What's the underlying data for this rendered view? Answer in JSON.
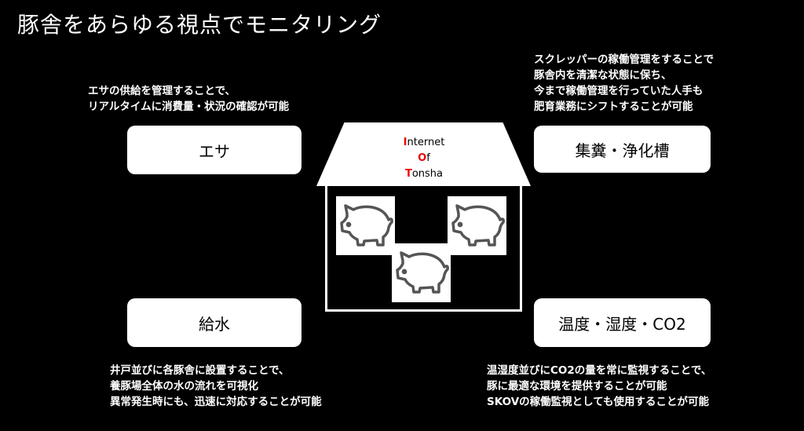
{
  "title": "豚舎をあらゆる視点でモニタリング",
  "house": {
    "line1_initial": "I",
    "line1_rest": "nternet",
    "line2_initial": "O",
    "line2_rest": "f",
    "line3_initial": "T",
    "line3_rest": "onsha",
    "accent": "#e00000"
  },
  "boxes": {
    "feed": {
      "label": "エサ",
      "caption": [
        "エサの供給を管理することで、",
        "リアルタイムに消費量・状況の確認が可能"
      ]
    },
    "manure": {
      "label": "集糞・浄化槽",
      "caption": [
        "スクレッパーの稼働管理をすることで",
        "豚舎内を清潔な状態に保ち、",
        "今まで稼働管理を行っていた人手も",
        "肥育業務にシフトすることが可能"
      ]
    },
    "water": {
      "label": "給水",
      "caption": [
        "井戸並びに各豚舎に設置することで、",
        "養豚場全体の水の流れを可視化",
        "異常発生時にも、迅速に対応することが可能"
      ]
    },
    "climate": {
      "label": "温度・湿度・CO2",
      "caption": [
        "温湿度並びにCO2の量を常に監視することで、",
        "豚に最適な環境を提供することが可能",
        "SKOVの稼働監視としても使用することが可能"
      ]
    }
  }
}
